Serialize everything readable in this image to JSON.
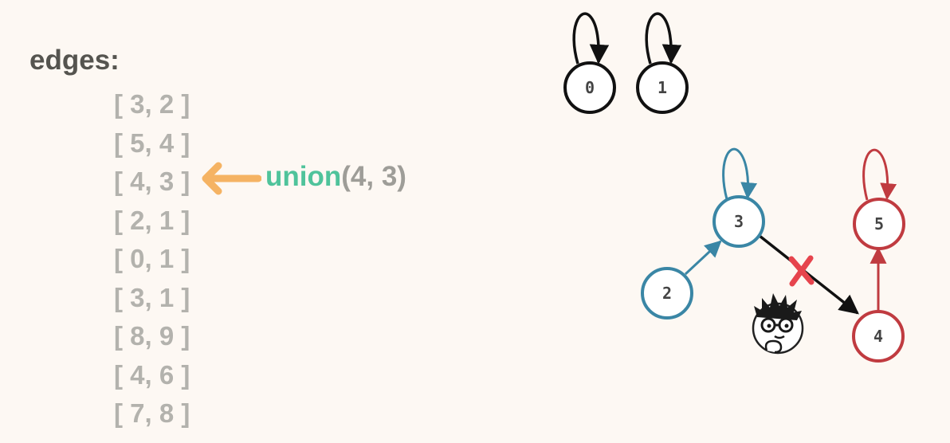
{
  "title": "edges:",
  "edges": [
    "[ 3, 2 ]",
    "[ 5, 4 ]",
    "[ 4, 3 ]",
    "[ 2, 1 ]",
    "[ 0, 1 ]",
    "[ 3, 1 ]",
    "[ 8, 9 ]",
    "[ 4, 6 ]",
    "[ 7, 8 ]"
  ],
  "current_edge_index": 2,
  "operation": {
    "fn": "union",
    "args": "(4, 3)"
  },
  "colors": {
    "background": "#fdf8f3",
    "title": "#55544f",
    "edge_text": "#b3b2ad",
    "arrow": "#f5b363",
    "fn_text": "#4fc39b",
    "blue_set": "#3a86a5",
    "red_set": "#c03b40",
    "black_set": "#111111",
    "cut_mark": "#e6444d"
  },
  "graph": {
    "nodes": [
      {
        "id": "0",
        "label": "0",
        "set": "black",
        "self_loop": true
      },
      {
        "id": "1",
        "label": "1",
        "set": "black",
        "self_loop": true
      },
      {
        "id": "3",
        "label": "3",
        "set": "blue",
        "self_loop": true
      },
      {
        "id": "2",
        "label": "2",
        "set": "blue",
        "self_loop": false
      },
      {
        "id": "5",
        "label": "5",
        "set": "red",
        "self_loop": true
      },
      {
        "id": "4",
        "label": "4",
        "set": "red",
        "self_loop": false
      }
    ],
    "edges": [
      {
        "from": "2",
        "to": "3",
        "set": "blue",
        "cut": false
      },
      {
        "from": "4",
        "to": "5",
        "set": "red",
        "cut": false
      },
      {
        "from": "3",
        "to": "4",
        "set": "black",
        "cut": true
      }
    ]
  }
}
